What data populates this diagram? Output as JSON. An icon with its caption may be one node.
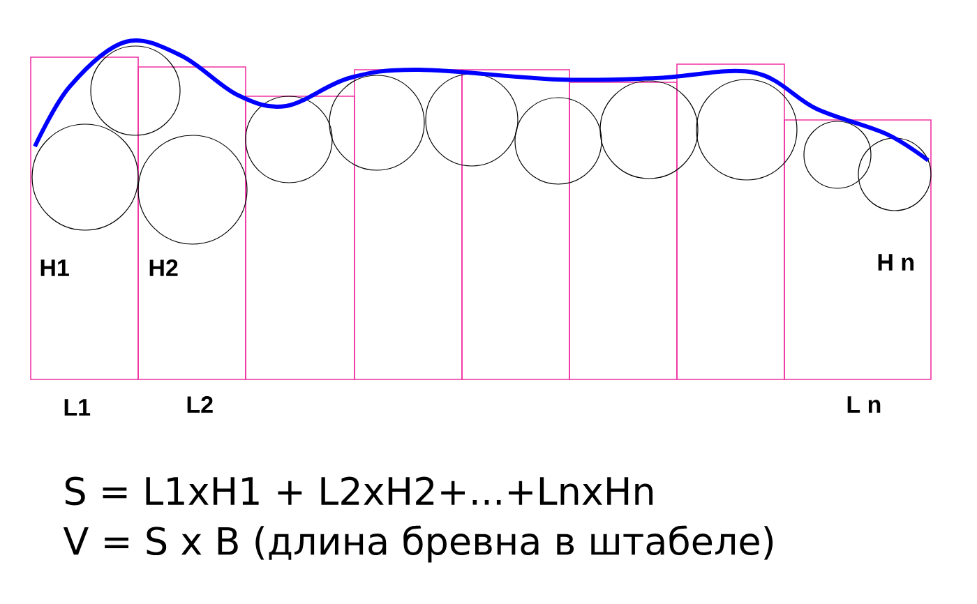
{
  "diagram": {
    "labels": [
      "H1",
      "H2",
      "H n",
      "L1",
      "L2",
      "L n",
      "S = L1xH1 + L2xH2+...+LnxHn",
      "V = S x B (длина бревна в штабеле)"
    ]
  }
}
